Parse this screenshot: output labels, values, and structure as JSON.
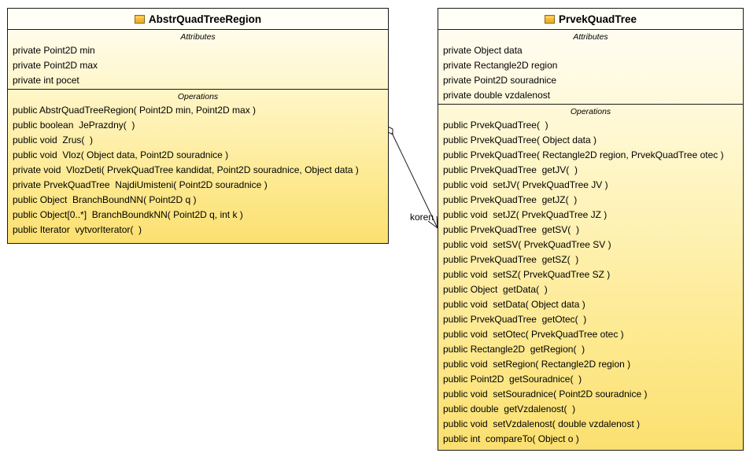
{
  "classes": {
    "region": {
      "name": "AbstrQuadTreeRegion",
      "attributes_title": "Attributes",
      "attributes": [
        "private Point2D min",
        "private Point2D max",
        "private int pocet"
      ],
      "operations_title": "Operations",
      "operations": [
        "public AbstrQuadTreeRegion( Point2D min, Point2D max )",
        "public boolean  JePrazdny(  )",
        "public void  Zrus(  )",
        "public void  Vloz( Object data, Point2D souradnice )",
        "private void  VlozDeti( PrvekQuadTree kandidat, Point2D souradnice, Object data )",
        "private PrvekQuadTree  NajdiUmisteni( Point2D souradnice )",
        "public Object  BranchBoundNN( Point2D q )",
        "public Object[0..*]  BranchBoundkNN( Point2D q, int k )",
        "public Iterator  vytvorIterator(  )"
      ]
    },
    "prvek": {
      "name": "PrvekQuadTree",
      "attributes_title": "Attributes",
      "attributes": [
        "private Object data",
        "private Rectangle2D region",
        "private Point2D souradnice",
        "private double vzdalenost"
      ],
      "operations_title": "Operations",
      "operations": [
        "public PrvekQuadTree(  )",
        "public PrvekQuadTree( Object data )",
        "public PrvekQuadTree( Rectangle2D region, PrvekQuadTree otec )",
        "public PrvekQuadTree  getJV(  )",
        "public void  setJV( PrvekQuadTree JV )",
        "public PrvekQuadTree  getJZ(  )",
        "public void  setJZ( PrvekQuadTree JZ )",
        "public PrvekQuadTree  getSV(  )",
        "public void  setSV( PrvekQuadTree SV )",
        "public PrvekQuadTree  getSZ(  )",
        "public void  setSZ( PrvekQuadTree SZ )",
        "public Object  getData(  )",
        "public void  setData( Object data )",
        "public PrvekQuadTree  getOtec(  )",
        "public void  setOtec( PrvekQuadTree otec )",
        "public Rectangle2D  getRegion(  )",
        "public void  setRegion( Rectangle2D region )",
        "public Point2D  getSouradnice(  )",
        "public void  setSouradnice( Point2D souradnice )",
        "public double  getVzdalenost(  )",
        "public void  setVzdalenost( double vzdalenost )",
        "public int  compareTo( Object o )"
      ]
    }
  },
  "association": {
    "role_label": "koren"
  },
  "colors": {
    "border": "#1a1a1a",
    "fill_top": "#fffef8",
    "fill_bottom": "#fbe070",
    "icon": "#f2b936"
  }
}
